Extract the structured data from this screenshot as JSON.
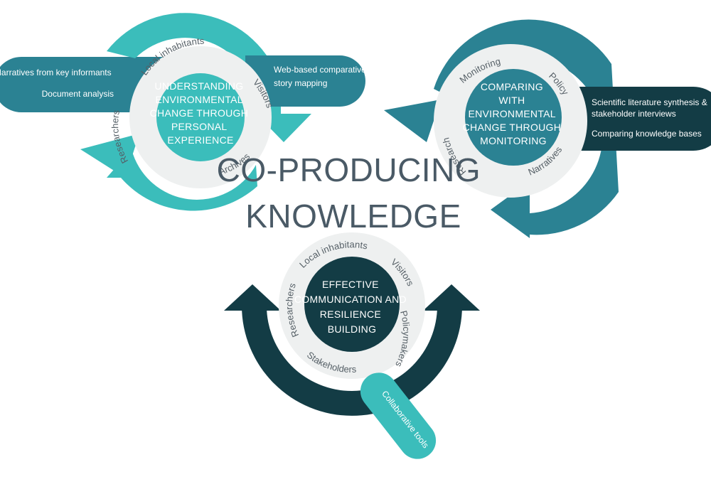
{
  "title": {
    "line1": "CO-PRODUCING",
    "line2": "KNOWLEDGE"
  },
  "colors": {
    "teal_light": "#3bbdbb",
    "teal_mid": "#2b8293",
    "teal_dark": "#133c45",
    "ring": "#eef0f0",
    "title": "#4a5a66"
  },
  "cycles": {
    "understanding": {
      "center": [
        "UNDERSTANDING",
        "ENVIRONMENTAL",
        "CHANGE THROUGH",
        "PERSONAL",
        "EXPERIENCE"
      ],
      "ring": {
        "local_inhabitants": "Local inhabitants",
        "visitors": "Visitors",
        "archives": "Archives",
        "researchers": "Researchers"
      },
      "left_banner": {
        "line1": "Narratives from key informants",
        "line2": "Document analysis"
      },
      "right_banner": {
        "line1": "Web-based comparative",
        "line2": "story mapping"
      }
    },
    "comparing": {
      "center": [
        "COMPARING",
        "WITH",
        "ENVIRONMENTAL",
        "CHANGE THROUGH",
        "MONITORING"
      ],
      "ring": {
        "monitoring": "Monitoring",
        "policy": "Policy",
        "narratives": "Narratives",
        "research": "Research"
      },
      "banner": {
        "line1": "Scientific literature synthesis &",
        "line2": "stakeholder interviews",
        "line3": "Comparing knowledge bases"
      }
    },
    "communication": {
      "center": [
        "EFFECTIVE",
        "COMMUNICATION AND",
        "RESILIENCE",
        "BUILDING"
      ],
      "ring": {
        "local_inhabitants": "Local inhabitants",
        "visitors": "Visitors",
        "policymakers": "Policymakers",
        "stakeholders": "Stakeholders",
        "researchers": "Researchers"
      },
      "tab": "Collaborative tools"
    }
  }
}
